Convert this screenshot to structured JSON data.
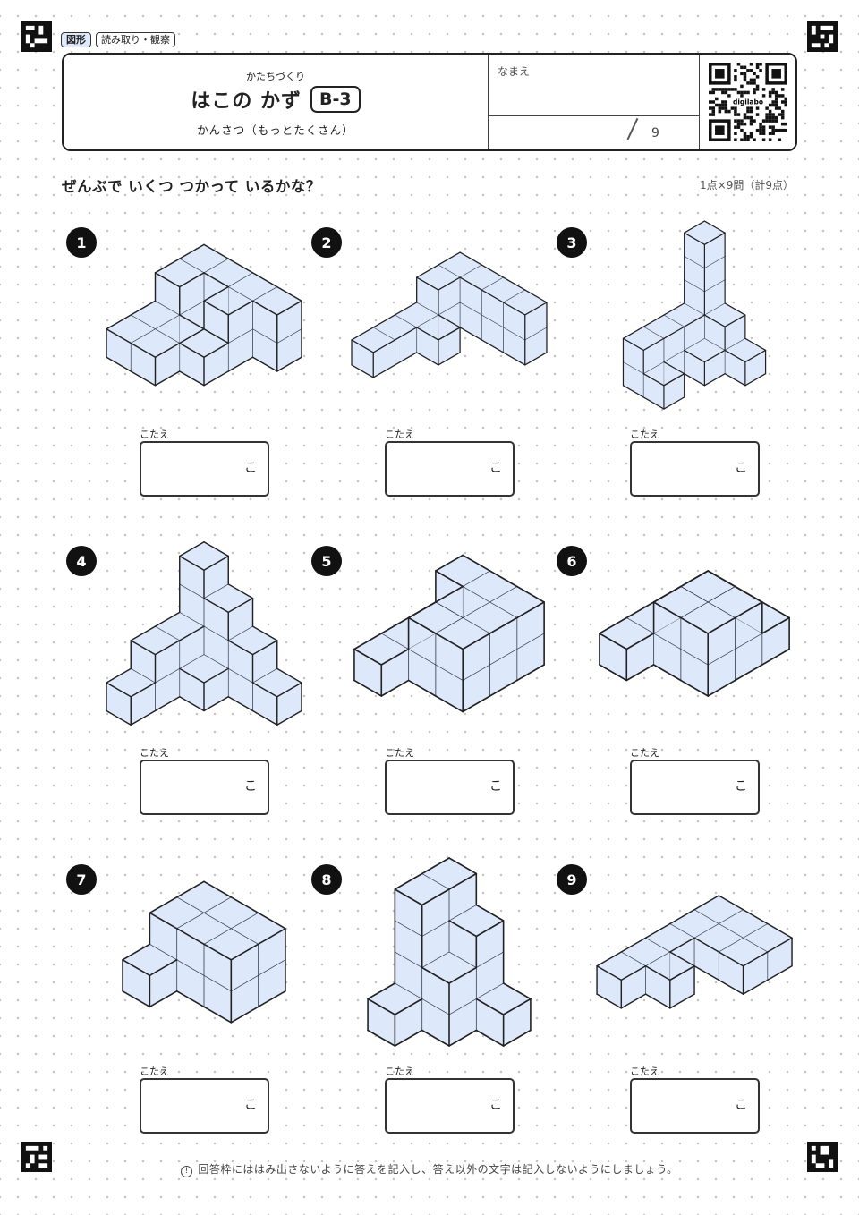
{
  "tags": [
    "図形",
    "読み取り・観察"
  ],
  "header": {
    "ruby": "かたちづくり",
    "title": "はこの かず",
    "code": "B-3",
    "subtitle": "かんさつ（もっとたくさん）",
    "name_label": "なまえ",
    "score_total": "9",
    "qr_caption": "digilabo"
  },
  "question": "ぜんぶで いくつ つかって いるかな？",
  "points": "1点×9問（計9点）",
  "answer_label": "こたえ",
  "answer_unit": "こ",
  "problems": [
    {
      "number": "1"
    },
    {
      "number": "2"
    },
    {
      "number": "3"
    },
    {
      "number": "4"
    },
    {
      "number": "5"
    },
    {
      "number": "6"
    },
    {
      "number": "7"
    },
    {
      "number": "8"
    },
    {
      "number": "9"
    }
  ],
  "footer": "回答枠にははみ出さないように答えを記入し、答え以外の文字は記入しないようにしましょう。",
  "colors": {
    "cube_face": "#dde8fb",
    "cube_edge": "#222222",
    "inner_line": "#9fb1d3",
    "badge": "#111111"
  }
}
